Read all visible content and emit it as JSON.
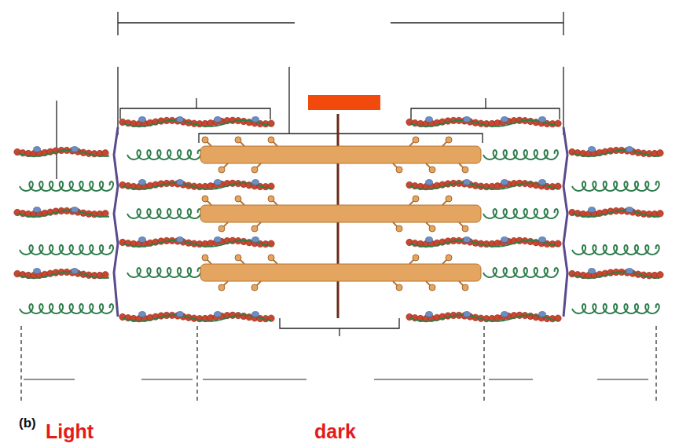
{
  "diagram": {
    "labels": [
      "(b)",
      "Light",
      "dark"
    ]
  }
}
